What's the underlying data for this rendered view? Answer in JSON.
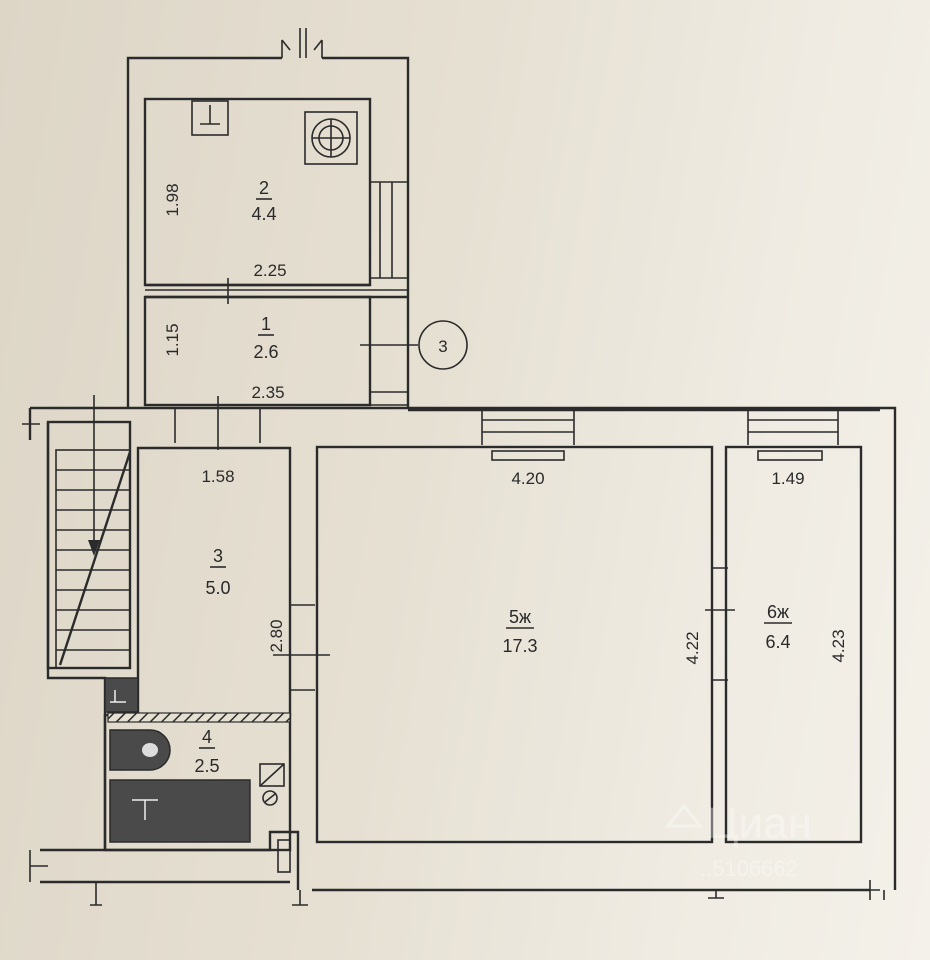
{
  "rooms": {
    "r1": {
      "number": "1",
      "area": "2.6"
    },
    "r2": {
      "number": "2",
      "area": "4.4"
    },
    "r3": {
      "number": "3",
      "area": "5.0"
    },
    "r4": {
      "number": "4",
      "area": "2.5"
    },
    "r5": {
      "number": "5ж",
      "area": "17.3"
    },
    "r6": {
      "number": "6ж",
      "area": "6.4"
    }
  },
  "dimensions": {
    "r2_height": "1.98",
    "r2_width": "2.25",
    "r1_height": "1.15",
    "r1_width": "2.35",
    "r3_width": "1.58",
    "r3_height": "2.80",
    "r5_width": "4.20",
    "r5_height": "4.22",
    "r6_width": "1.49",
    "r6_height": "4.23"
  },
  "marker": {
    "label": "3"
  },
  "watermark": {
    "brand": "Циан",
    "code": "..5106662"
  },
  "colors": {
    "line": "#2b2b2b",
    "fill_dark": "#4a4a4a",
    "paper": "#e6e0d3"
  }
}
